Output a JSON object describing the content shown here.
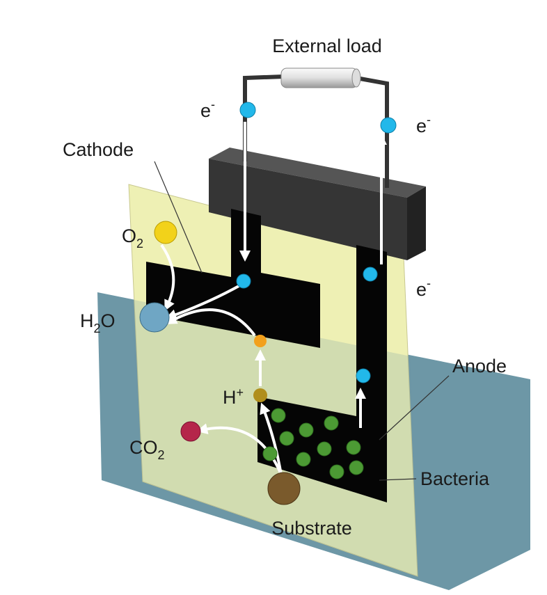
{
  "labels": {
    "external_load": "External load",
    "electron": "e",
    "electron_charge": "-",
    "cathode": "Cathode",
    "anode": "Anode",
    "bacteria": "Bacteria",
    "substrate": "Substrate",
    "oxygen": {
      "base": "O",
      "sub": "2"
    },
    "water": {
      "base": "H",
      "sub": "2",
      "tail": "O"
    },
    "proton": {
      "base": "H",
      "sup": "+"
    },
    "carbon_dioxide": {
      "base": "CO",
      "sub": "2"
    }
  },
  "colors": {
    "plate": "#eef0b4",
    "water": "#6d97a6",
    "electrode": "#050505",
    "holder": "#353535",
    "electron": "#22b8ea",
    "oxygen": "#f2d21a",
    "water_molecule": "#6fa6c4",
    "proton": "#f2a01c",
    "co2": "#b5264a",
    "substrate": "#7a5a2c",
    "bacteria": "#4c9a34"
  }
}
